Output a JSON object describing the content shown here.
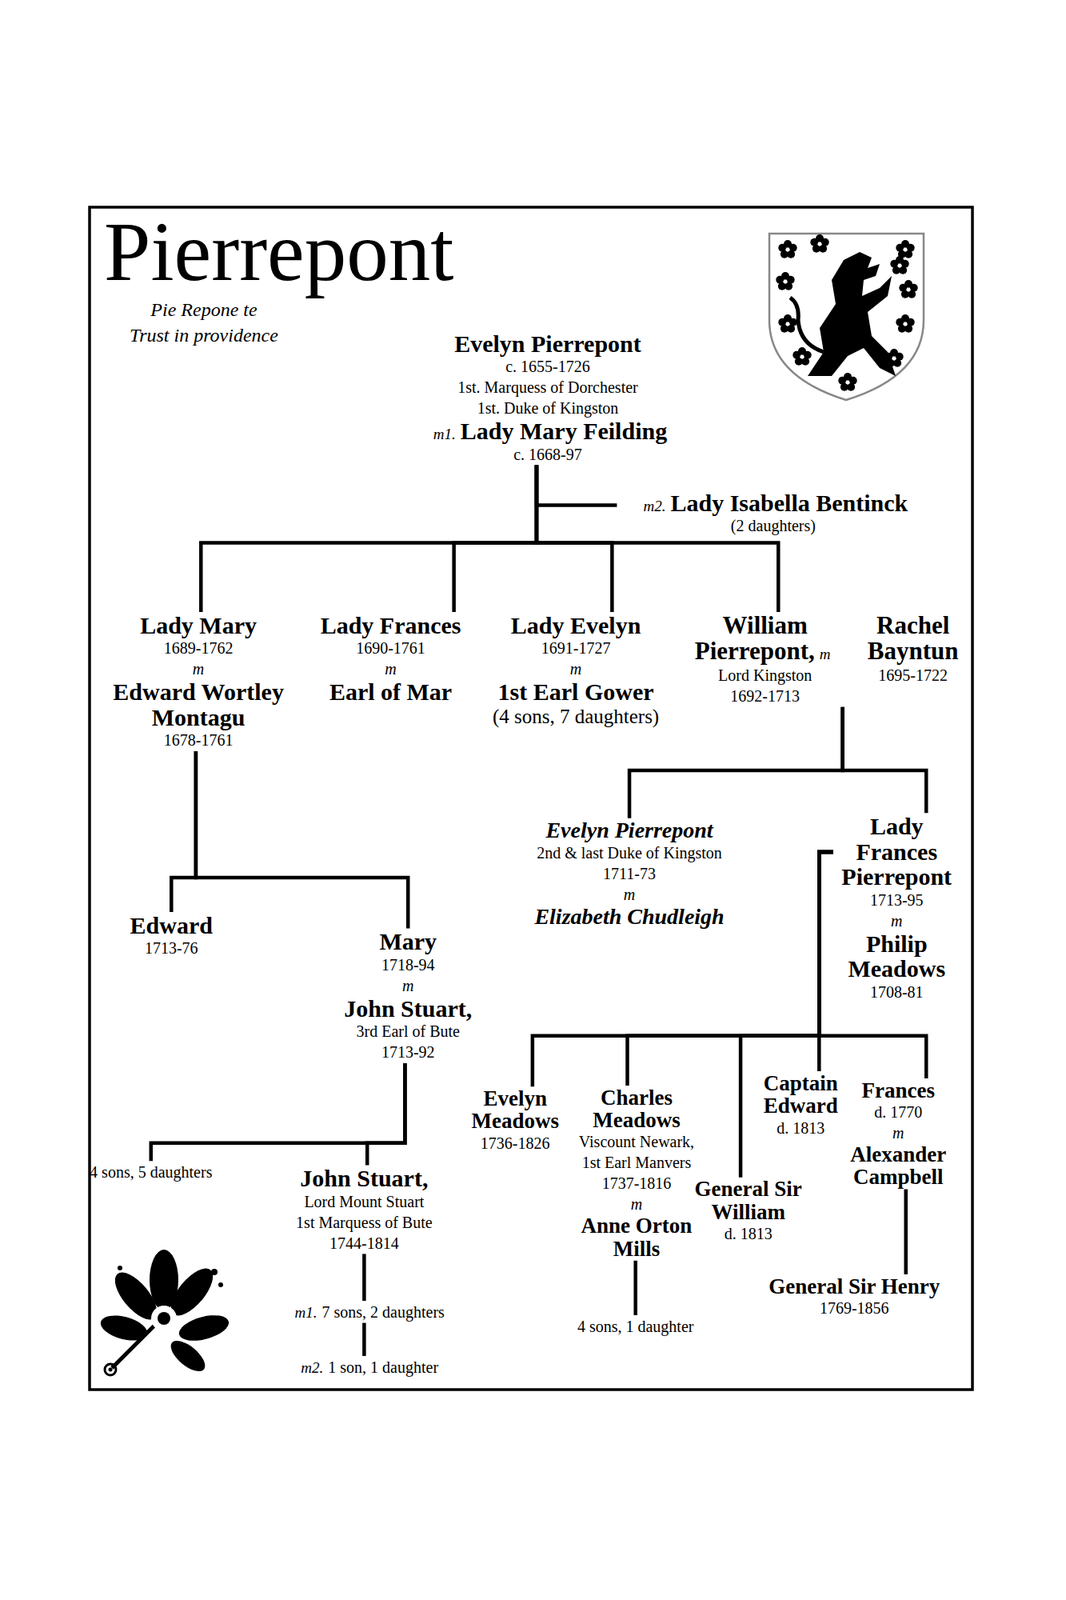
{
  "diagram": {
    "title": "Pierrepont",
    "nodes": [
      {
        "text": [
          "Evelyn Pierrepont",
          "c. 1655-1726",
          "1st. Marquess of Dorchester",
          "1st. Duke of Kingston",
          "m1.",
          "Lady Mary Feilding",
          "c. 1668-97"
        ]
      },
      {
        "text": [
          "m2.",
          "Lady Isabella Bentinck",
          "(2 daughters)"
        ]
      },
      {
        "text": [
          "Lady Mary",
          "1689-1762",
          "m",
          "Edward Wortley Montagu",
          "1678-1761"
        ]
      },
      {
        "text": [
          "Lady Frances",
          "1690-1761",
          "m",
          "Earl of Mar"
        ]
      },
      {
        "text": [
          "Lady Evelyn",
          "1691-1727",
          "m",
          "1st Earl Gower",
          "(4 sons, 7 daughters)"
        ]
      },
      {
        "text": [
          "William Pierrepont,",
          "m",
          "Lord Kingston",
          "1692-1713",
          "Rachel Bayntun",
          "1695-1722"
        ]
      },
      {
        "text": [
          "Evelyn Pierrepont",
          "2nd & last Duke of Kingston",
          "1711-73",
          "m",
          "Elizabeth Chudleigh"
        ]
      },
      {
        "text": [
          "Lady Frances Pierrepont",
          "1713-95",
          "m",
          "Philip Meadows",
          "1708-81"
        ]
      },
      {
        "text": [
          "Edward",
          "1713-76"
        ]
      },
      {
        "text": [
          "Mary",
          "1718-94",
          "m",
          "John Stuart,",
          "3rd Earl of Bute",
          "1713-92"
        ]
      },
      {
        "text": [
          "Evelyn Meadows",
          "1736-1826"
        ]
      },
      {
        "text": [
          "Charles Meadows",
          "Viscount Newark,",
          "1st Earl Manvers",
          "1737-1816",
          "m",
          "Anne Orton Mills"
        ]
      },
      {
        "text": [
          "Captain Edward",
          "d. 1813"
        ]
      },
      {
        "text": [
          "Frances",
          "d. 1770",
          "m",
          "Alexander Campbell"
        ]
      },
      {
        "text": [
          "4 sons, 5 daughters"
        ]
      },
      {
        "text": [
          "John Stuart,",
          "Lord Mount Stuart",
          "1st Marquess of Bute",
          "1744-1814"
        ]
      },
      {
        "text": [
          "General Sir William",
          "d. 1813"
        ]
      },
      {
        "text": [
          "General Sir Henry",
          "1769-1856"
        ]
      },
      {
        "text": [
          "m1.",
          "7 sons, 2 daughters"
        ]
      },
      {
        "text": [
          "4 sons, 1 daughter"
        ]
      },
      {
        "text": [
          "m2.",
          "1 son, 1 daughter"
        ]
      }
    ],
    "edges": [
      {
        "from": 0,
        "to": 1,
        "arrow": "none"
      },
      {
        "from": 0,
        "to": 2,
        "arrow": "none"
      },
      {
        "from": 0,
        "to": 3,
        "arrow": "none"
      },
      {
        "from": 0,
        "to": 4,
        "arrow": "none"
      },
      {
        "from": 0,
        "to": 5,
        "arrow": "none"
      },
      {
        "from": 5,
        "to": 6,
        "arrow": "none"
      },
      {
        "from": 5,
        "to": 7,
        "arrow": "none"
      },
      {
        "from": 2,
        "to": 8,
        "arrow": "none"
      },
      {
        "from": 2,
        "to": 9,
        "arrow": "none"
      },
      {
        "from": 7,
        "to": 10,
        "arrow": "none"
      },
      {
        "from": 7,
        "to": 11,
        "arrow": "none"
      },
      {
        "from": 7,
        "to": 16,
        "arrow": "none"
      },
      {
        "from": 7,
        "to": 12,
        "arrow": "none"
      },
      {
        "from": 7,
        "to": 13,
        "arrow": "none"
      },
      {
        "from": 9,
        "to": 14,
        "arrow": "none"
      },
      {
        "from": 9,
        "to": 15,
        "arrow": "none"
      },
      {
        "from": 15,
        "to": 18,
        "arrow": "none"
      },
      {
        "from": 18,
        "to": 20,
        "arrow": "none"
      },
      {
        "from": 11,
        "to": 19,
        "arrow": "none"
      },
      {
        "from": 13,
        "to": 17,
        "arrow": "none"
      }
    ],
    "labels": [
      "Pie Repone te",
      "Trust in providence"
    ]
  }
}
